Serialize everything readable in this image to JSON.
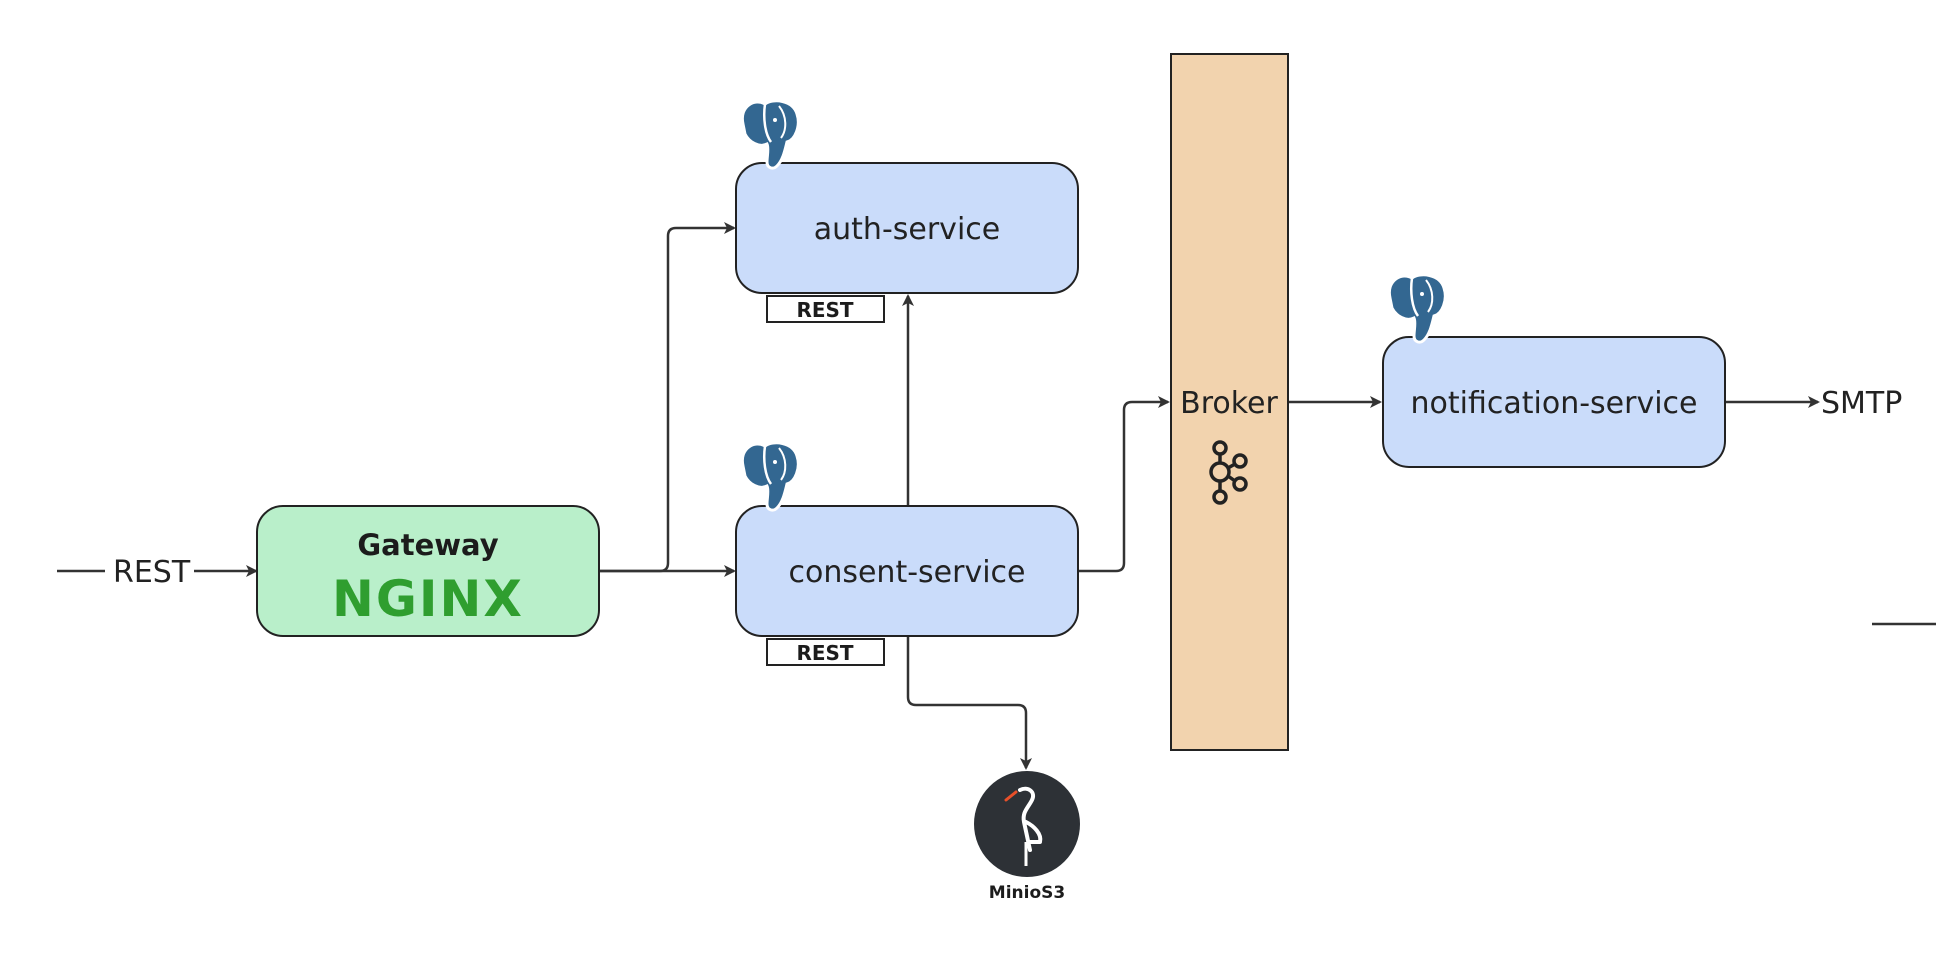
{
  "nodes": {
    "gateway": {
      "title": "Gateway",
      "logo_text": "NGINX"
    },
    "auth_service": {
      "label": "auth-service",
      "badge": "REST"
    },
    "consent_service": {
      "label": "consent-service",
      "badge": "REST"
    },
    "broker": {
      "label": "Broker",
      "icon": "kafka-icon"
    },
    "notification_service": {
      "label": "notification-service"
    },
    "minio": {
      "label": "MinioS3",
      "icon": "minio-bird-icon"
    }
  },
  "edges": {
    "incoming_label": "REST",
    "outgoing_label": "SMTP"
  },
  "colors": {
    "service_fill": "#cadcfa",
    "gateway_fill": "#b9efca",
    "broker_fill": "#f2d3ae",
    "stroke": "#222222",
    "postgres_blue": "#336791",
    "nginx_green": "#2f9e2f",
    "minio_dark": "#2d3136"
  },
  "databases": [
    "postgresql-icon",
    "postgresql-icon",
    "postgresql-icon"
  ]
}
